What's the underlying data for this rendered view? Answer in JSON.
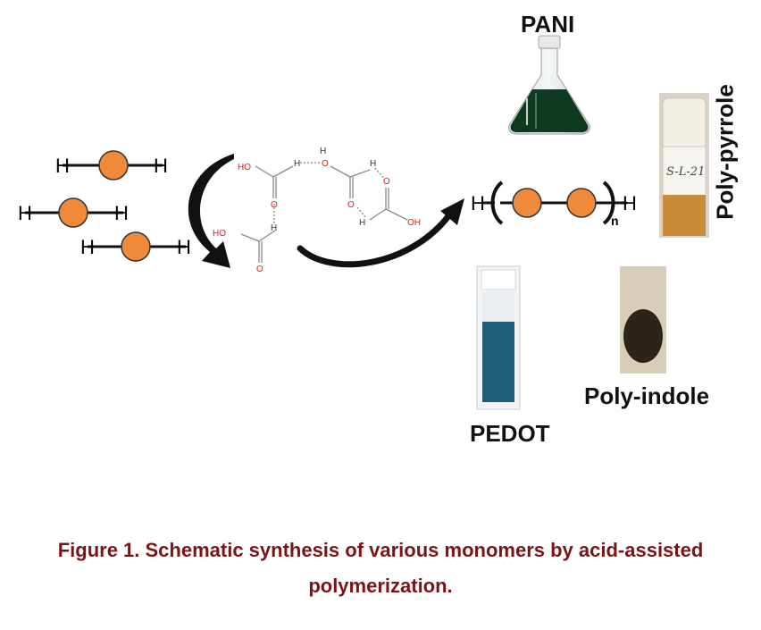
{
  "monomer_atom_label": "H",
  "chem": {
    "ho": "HO",
    "oh": "OH",
    "o": "O",
    "h": "H"
  },
  "polymer": {
    "end_label": "H",
    "repeat_subscript": "n"
  },
  "labels": {
    "pani": "PANI",
    "poly_pyrrole": "Poly-pyrrole",
    "poly_indole": "Poly-indole",
    "pedot": "PEDOT",
    "vial_writing": "S-L-21"
  },
  "caption": {
    "line1": "Figure 1. Schematic synthesis of various monomers by acid-assisted",
    "line2": "polymerization."
  },
  "colors": {
    "monomer_ball": "#ee8a3a",
    "oxygen_red": "#e02020",
    "caption": "#7a1416",
    "pani_solution": "#0f3a22",
    "pedot_solution": "#1f5e79",
    "polypyrrole_solution": "#c98a3a",
    "polyindole_solution": "#2a2419"
  }
}
